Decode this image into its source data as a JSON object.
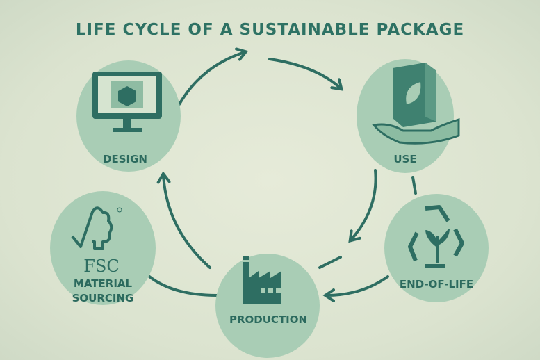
{
  "title": "LIFE CYCLE OF A SUSTAINABLE PACKAGE",
  "stages": {
    "design": {
      "label": "DESIGN",
      "icon": "monitor-box-icon"
    },
    "use": {
      "label": "USE",
      "icon": "hand-box-leaf-icon"
    },
    "end_of_life": {
      "label": "END-OF-LIFE",
      "icon": "recycle-sprout-icon"
    },
    "production": {
      "label": "PRODUCTION",
      "icon": "factory-icon"
    },
    "material_sourcing": {
      "label_line1": "MATERIAL",
      "label_line2": "SOURCING",
      "icon": "fsc-tree-icon",
      "logo_text": "FSC"
    }
  },
  "colors": {
    "background": "#dfe6d3",
    "circle": "#a9cdb5",
    "accent": "#2e6e62"
  }
}
